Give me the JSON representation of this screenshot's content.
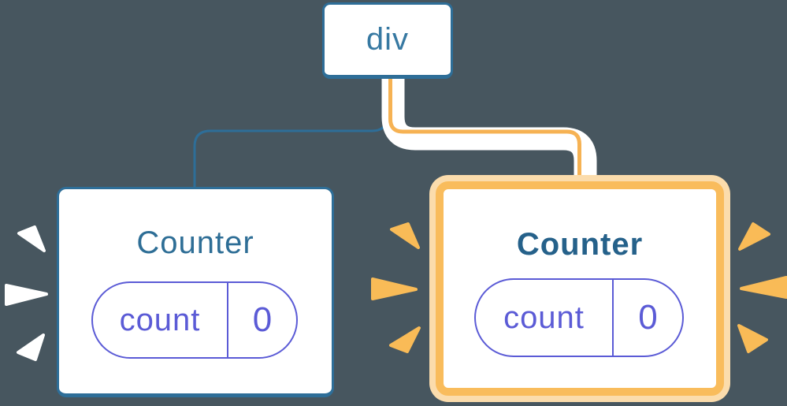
{
  "colors": {
    "background": "#47565F",
    "steel_blue": "#2E6E98",
    "node_text_blue": "#3779A2",
    "title_blue": "#2E6E96",
    "title_blue_bold": "#25618A",
    "indigo": "#5B5BD6",
    "amber_line": "#F6B253",
    "amber_border": "#F9BC5C",
    "amber_pale": "#FBDCAC",
    "ray_white": "#FFFFFF",
    "ray_amber": "#F9BB57",
    "white": "#FFFFFF"
  },
  "tree": {
    "root": {
      "label": "div"
    },
    "children": [
      {
        "title": "Counter",
        "highlighted": false,
        "state": {
          "key": "count",
          "value": "0"
        }
      },
      {
        "title": "Counter",
        "highlighted": true,
        "state": {
          "key": "count",
          "value": "0"
        }
      }
    ]
  }
}
